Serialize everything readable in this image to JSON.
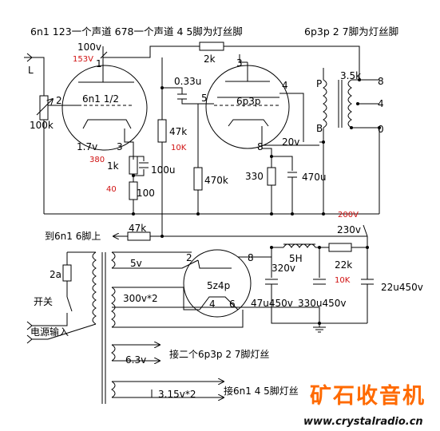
{
  "header": {
    "note1": "6n1 123一个声道  678一个声道 4 5脚为灯丝脚",
    "note2": "6p3p 2 7脚为灯丝脚"
  },
  "preamp": {
    "tube": "6n1 1/2",
    "pin_1": "1",
    "pin_2": "2",
    "pin_3": "3",
    "plate_voltage": "100v",
    "plate_voltage_measured": "153V",
    "grid_voltage": "1.7v",
    "input": "L",
    "volume_pot": "100k",
    "cathode_resistor": "1k",
    "cathode_resistor_measured": "380",
    "cathode_cap": "100u",
    "feedback_resistor": "100",
    "feedback_resistor_measured": "40",
    "plate_resistor": "47k",
    "plate_resistor_measured": "10K",
    "coupling_cap": "0.33u"
  },
  "power_amp": {
    "tube": "6p3p",
    "pin_3": "3",
    "pin_4": "4",
    "pin_5": "5",
    "pin_8": "8",
    "feedback_resistor": "2k",
    "grid_resistor": "470k",
    "cathode_resistor": "330",
    "cathode_cap": "470u",
    "cathode_voltage": "20v"
  },
  "output_transformer": {
    "primary_impedance": "3.5k",
    "tap_p": "P",
    "tap_b": "B",
    "tap_8": "8",
    "tap_4": "4",
    "tap_0": "0"
  },
  "power_supply": {
    "b_plus_label": "200V",
    "b_plus_high": "230v",
    "to_preamp": "到6n1 6脚上",
    "dropper_resistor": "47k",
    "rectifier": "5z4p",
    "rect_pin_2": "2",
    "rect_pin_8": "8",
    "rect_pin_4": "4",
    "rect_pin_6": "6",
    "winding_5v": "5v",
    "winding_hv": "300v*2",
    "winding_6v3": "6.3v",
    "winding_3v15": "3.15v*2",
    "choke": "5H",
    "filter_resistor": "22k",
    "filter_resistor_measured": "10K",
    "cap_1": "320v",
    "cap_1_rating": "47u450v",
    "cap_2_rating": "330u450v",
    "cap_3_rating": "22u450v",
    "fuse": "2a",
    "switch": "开关",
    "mains_input": "电源输入",
    "heater_note_6p3p": "接二个6p3p 2 7脚灯丝",
    "heater_note_6n1": "接6n1 4 5脚灯丝"
  },
  "watermark": {
    "brand": "矿石收音机",
    "url": "www.crystalradio.cn"
  }
}
